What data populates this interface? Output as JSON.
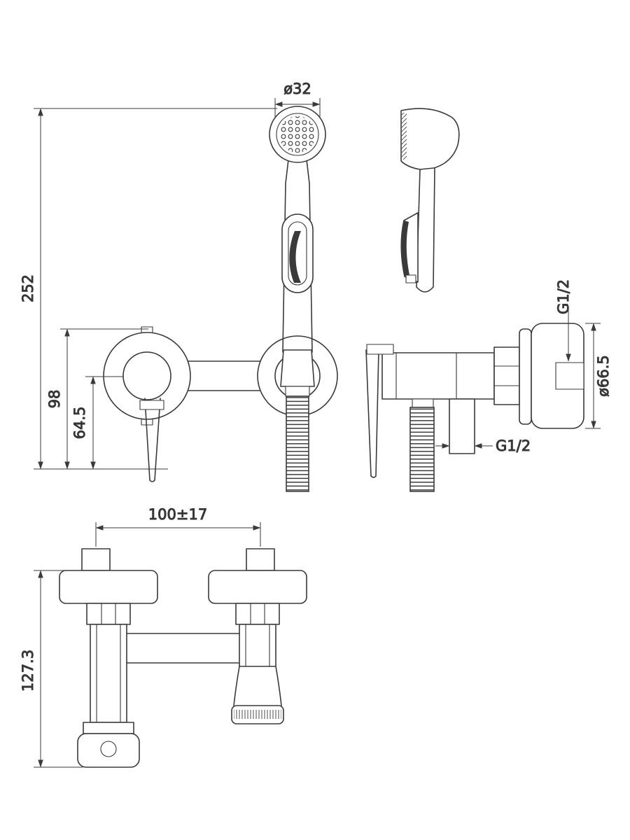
{
  "meta": {
    "title": "Hygienic shower wall-mounted mixer - dimensional drawing",
    "background_color": "#ffffff",
    "line_color": "#3a3a3a",
    "text_color": "#333333"
  },
  "dimensions": {
    "spray_head_diameter": "ø32",
    "overall_height": "252",
    "bracket_height": "98",
    "lever_height": "64.5",
    "inlet_thread": "G1/2",
    "flange_diameter": "ø66.5",
    "outlet_thread": "G1/2",
    "mounting_distance": "100±17",
    "body_height": "127.3"
  }
}
